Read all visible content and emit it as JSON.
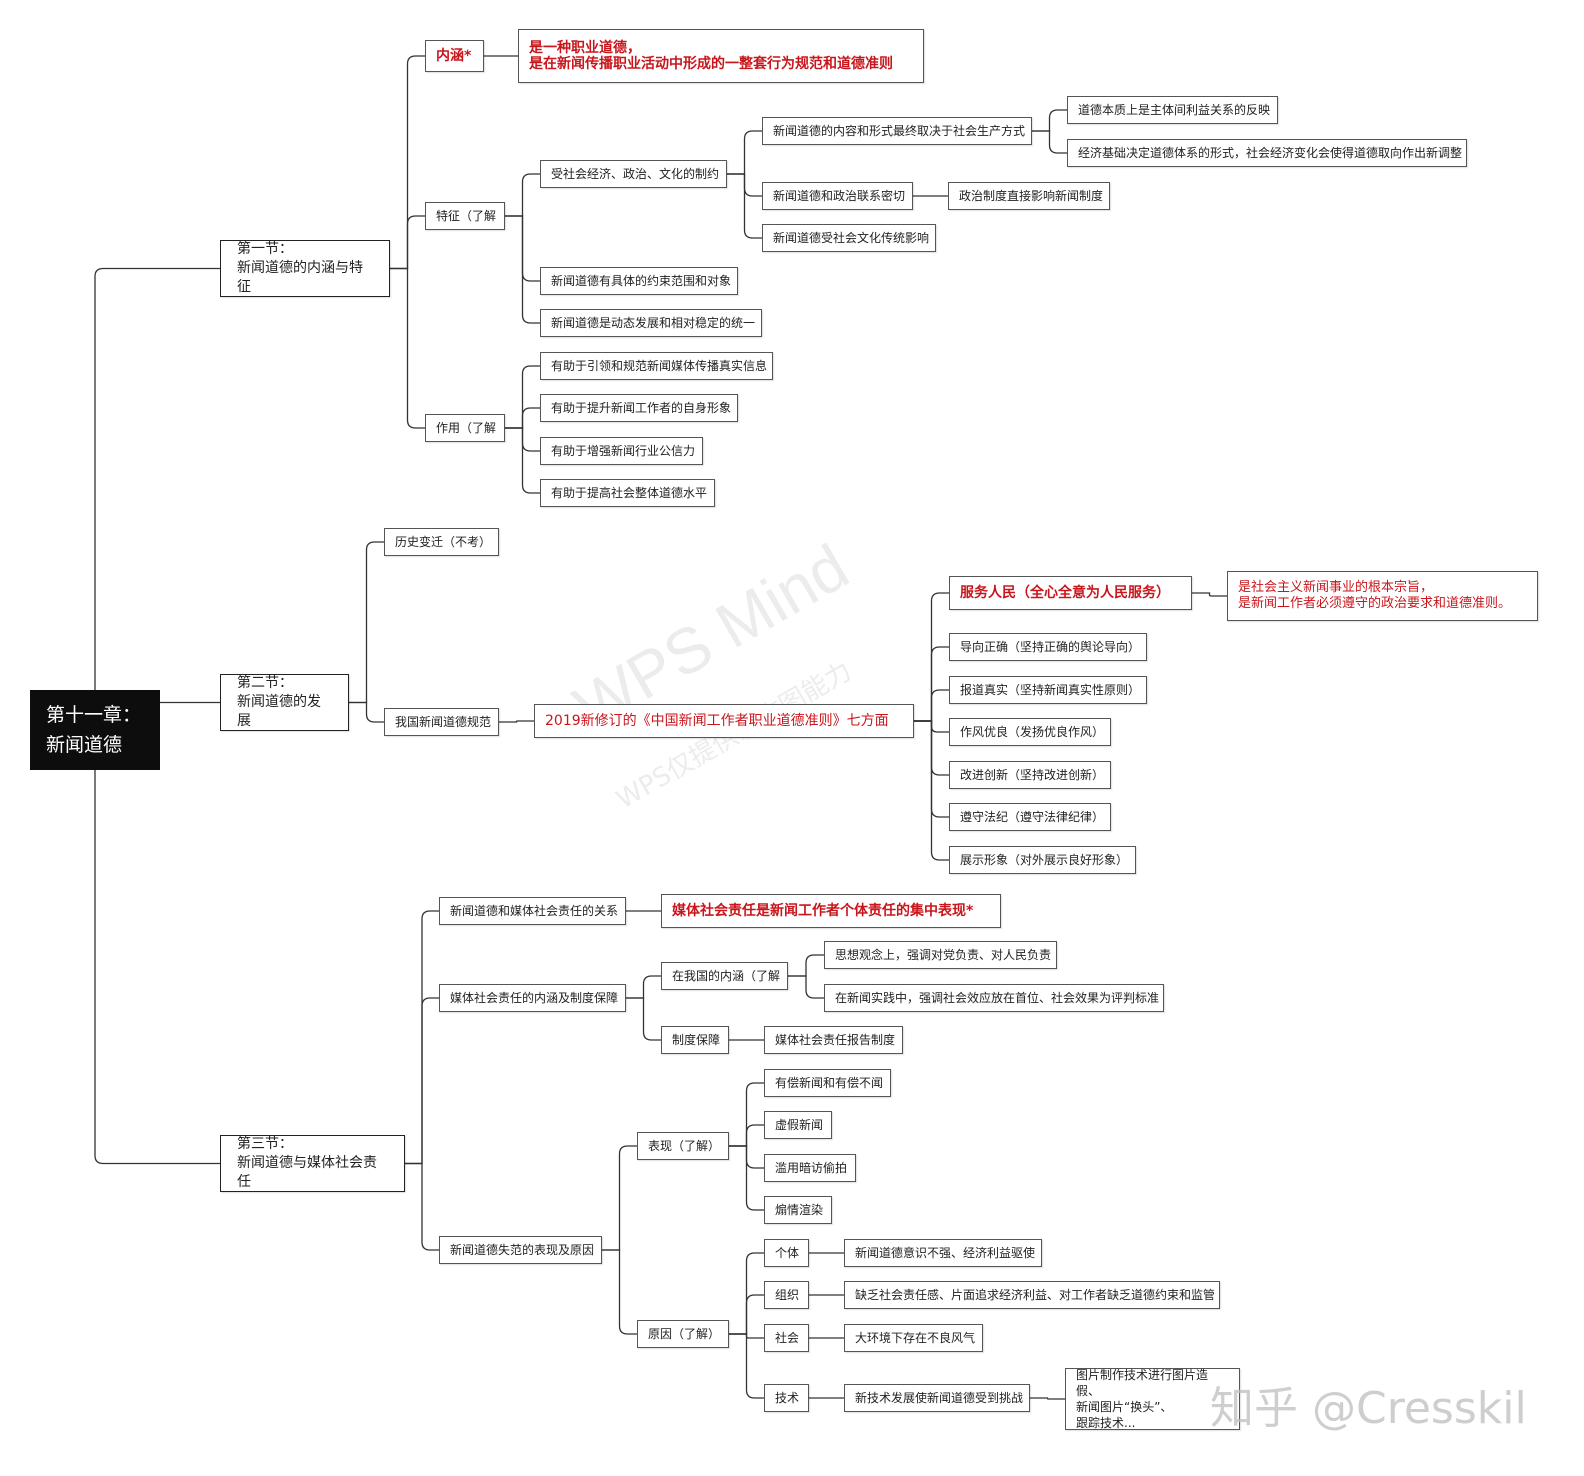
{
  "mindmap": {
    "root": "第十一章：\n新闻道德",
    "section1": {
      "title": "第一节：\n新闻道德的内涵与特征",
      "connotation": {
        "label": "内涵*",
        "definition": "是一种职业道德，\n是在新闻传播职业活动中形成的一整套行为规范和道德准则"
      },
      "features": {
        "label": "特征（了解",
        "constraint": {
          "label": "受社会经济、政治、文化的制约",
          "economy": {
            "label": "新闻道德的内容和形式最终取决于社会生产方式",
            "points": [
              "道德本质上是主体间利益关系的反映",
              "经济基础决定道德体系的形式，社会经济变化会使得道德取向作出新调整"
            ]
          },
          "politics": {
            "label": "新闻道德和政治联系密切",
            "point": "政治制度直接影响新闻制度"
          },
          "culture": "新闻道德受社会文化传统影响"
        },
        "scope": "新闻道德有具体的约束范围和对象",
        "dynamic": "新闻道德是动态发展和相对稳定的统一"
      },
      "functions": {
        "label": "作用（了解",
        "items": [
          "有助于引领和规范新闻媒体传播真实信息",
          "有助于提升新闻工作者的自身形象",
          "有助于增强新闻行业公信力",
          "有助于提高社会整体道德水平"
        ]
      }
    },
    "section2": {
      "title": "第二节：\n新闻道德的发展",
      "history": "历史变迁（不考）",
      "norms": {
        "label": "我国新闻道德规范",
        "code": "2019新修订的《中国新闻工作者职业道德准则》七方面",
        "serve": {
          "label": "服务人民（全心全意为人民服务）",
          "desc": "是社会主义新闻事业的根本宗旨，\n是新闻工作者必须遵守的政治要求和道德准则。"
        },
        "aspects": [
          "导向正确（坚持正确的舆论导向）",
          "报道真实（坚持新闻真实性原则）",
          "作风优良（发扬优良作风）",
          "改进创新（坚持改进创新）",
          "遵守法纪（遵守法律纪律）",
          "展示形象（对外展示良好形象）"
        ]
      }
    },
    "section3": {
      "title": "第三节：\n新闻道德与媒体社会责任",
      "relation": {
        "label": "新闻道德和媒体社会责任的关系",
        "desc": "媒体社会责任是新闻工作者个体责任的集中表现*"
      },
      "meaning": {
        "label": "媒体社会责任的内涵及制度保障",
        "china": {
          "label": "在我国的内涵（了解",
          "points": [
            "思想观念上，强调对党负责、对人民负责",
            "在新闻实践中，强调社会效应放在首位、社会效果为评判标准"
          ]
        },
        "system": {
          "label": "制度保障",
          "point": "媒体社会责任报告制度"
        }
      },
      "failure": {
        "label": "新闻道德失范的表现及原因",
        "manifestations": {
          "label": "表现（了解）",
          "items": [
            "有偿新闻和有偿不闻",
            "虚假新闻",
            "滥用暗访偷拍",
            "煽情渲染"
          ]
        },
        "causes": {
          "label": "原因（了解）",
          "individual": {
            "label": "个体",
            "desc": "新闻道德意识不强、经济利益驱使"
          },
          "organization": {
            "label": "组织",
            "desc": "缺乏社会责任感、片面追求经济利益、对工作者缺乏道德约束和监管"
          },
          "society": {
            "label": "社会",
            "desc": "大环境下存在不良风气"
          },
          "technology": {
            "label": "技术",
            "desc": "新技术发展使新闻道德受到挑战",
            "detail": "图片制作技术进行图片造假、\n新闻图片“换头”、\n跟踪技术..."
          }
        }
      }
    }
  },
  "watermarks": {
    "wps": "WPS Mind",
    "wps_sub": "WPS仅提供制作图能力",
    "zhihu": "知乎 @Cresskil"
  },
  "colors": {
    "emphasis": "#c8161d",
    "root_bg": "#0d0d0d",
    "line": "#333333"
  }
}
